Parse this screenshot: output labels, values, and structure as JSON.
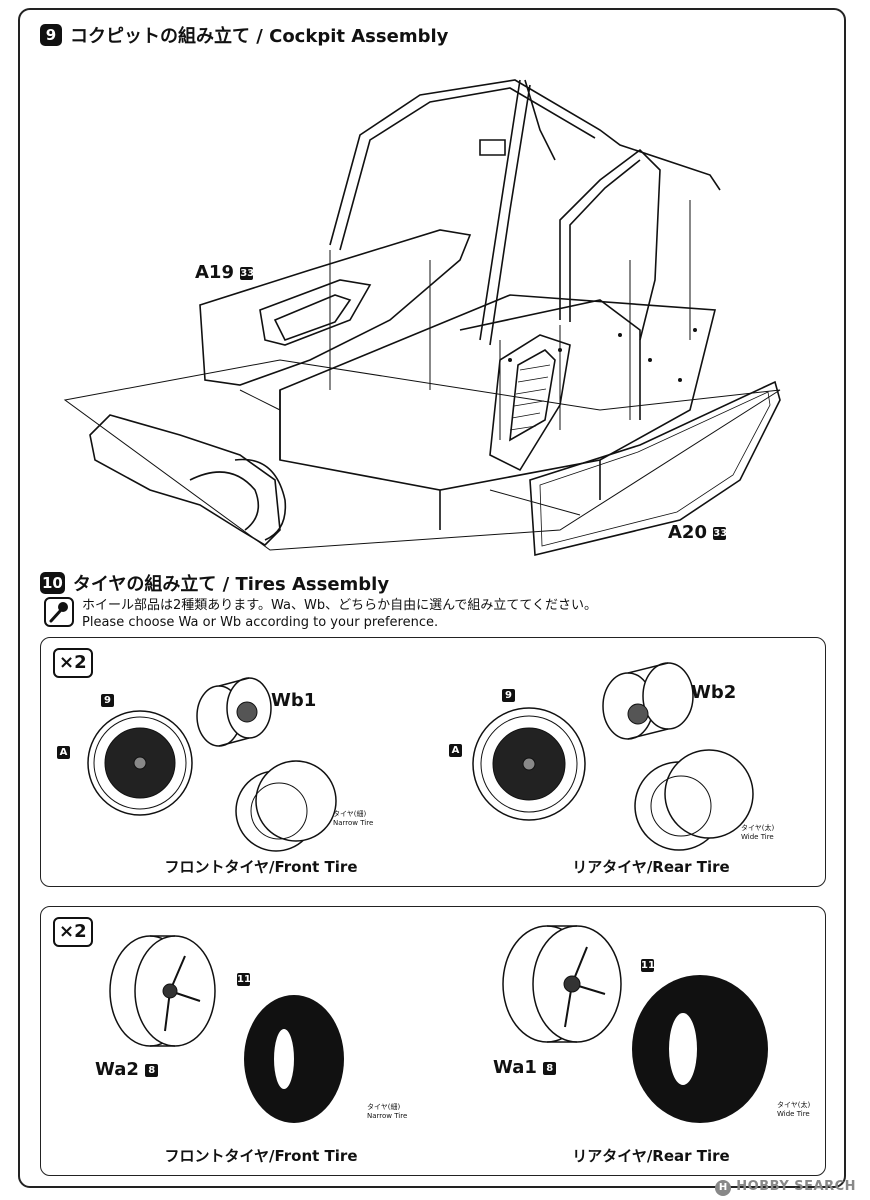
{
  "step9": {
    "number": "9",
    "title": "コクピットの組み立て / Cockpit Assembly",
    "parts": [
      {
        "label": "A19",
        "code": "33"
      },
      {
        "label": "A20",
        "code": "33"
      }
    ]
  },
  "step10": {
    "number": "10",
    "title": "タイヤの組み立て / Tires Assembly",
    "note_jp": "ホイール部品は2種類あります。Wa、Wb、どちらか自由に選んで組み立ててください。",
    "note_en": "Please choose Wa or Wb according to your preference."
  },
  "panel_wb": {
    "multiplier": "×2",
    "front": {
      "wheel": "Wb1",
      "part9": "9",
      "partA": "A",
      "tire_jp": "タイヤ(細)",
      "tire_en": "Narrow Tire",
      "caption": "フロントタイヤ/Front Tire"
    },
    "rear": {
      "wheel": "Wb2",
      "part9": "9",
      "partA": "A",
      "tire_jp": "タイヤ(太)",
      "tire_en": "Wide Tire",
      "caption": "リアタイヤ/Rear  Tire"
    }
  },
  "panel_wa": {
    "multiplier": "×2",
    "front": {
      "wheel": "Wa2",
      "code": "8",
      "part11": "11",
      "tire_jp": "タイヤ(細)",
      "tire_en": "Narrow Tire",
      "caption": "フロントタイヤ/Front Tire"
    },
    "rear": {
      "wheel": "Wa1",
      "code": "8",
      "part11": "11",
      "tire_jp": "タイヤ(太)",
      "tire_en": "Wide Tire",
      "caption": "リアタイヤ/Rear  Tire"
    }
  },
  "watermark": "HOBBY SEARCH",
  "watermark_mark": "H"
}
